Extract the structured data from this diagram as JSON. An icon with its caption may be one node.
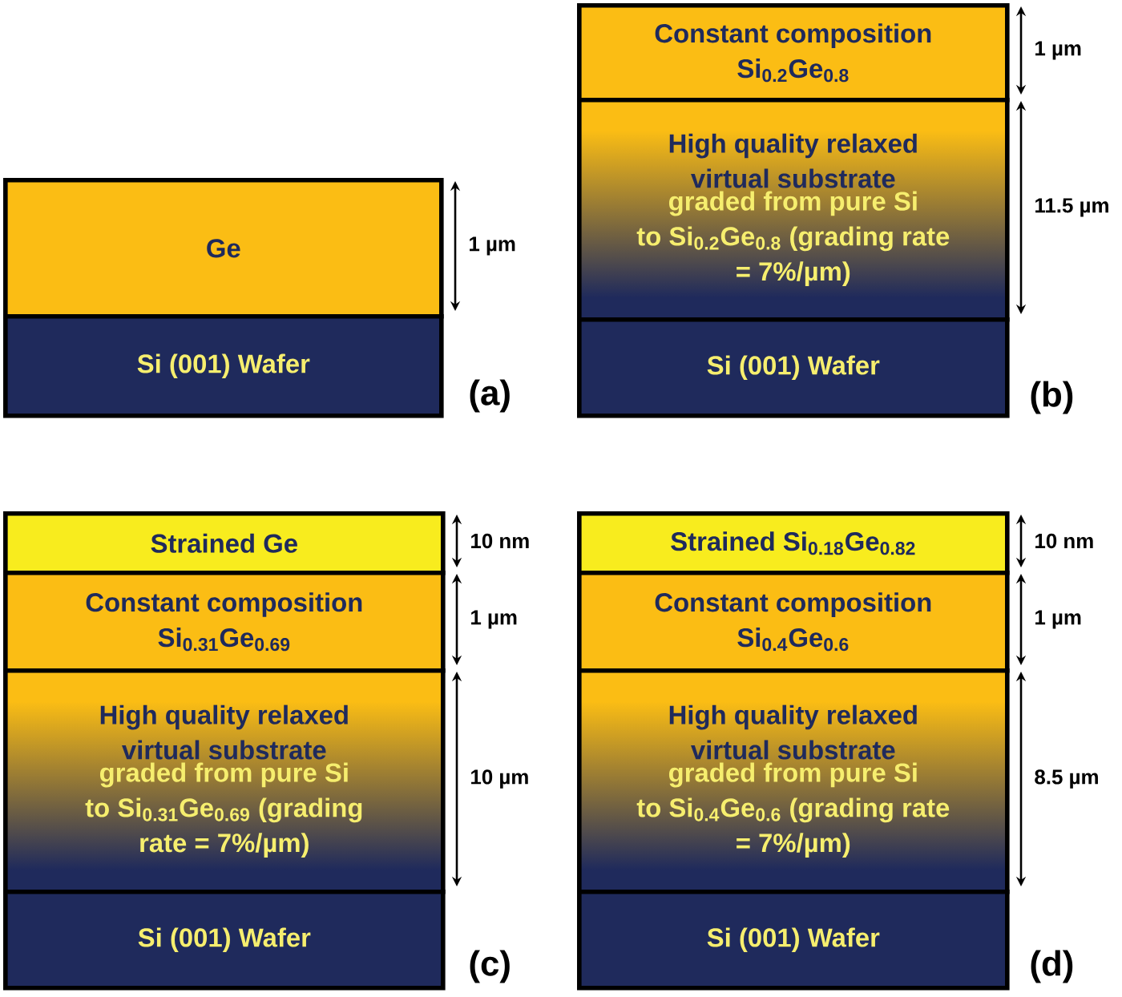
{
  "diagram": {
    "nodes": [
      {
        "text": [
          "Ge"
        ],
        "beside": [
          "1 µm"
        ]
      },
      {
        "text": [
          "Si (001) Wafer"
        ]
      },
      {
        "text": [
          "Constant composition Si$_{0.2}$Ge$_{0.8}$"
        ],
        "beside": [
          "1 µm"
        ]
      },
      {
        "text": [
          "High quality relaxed virtual substrate",
          "graded from pure Si to Si$_{0.2}$Ge$_{0.8}$ (grading rate = 7%/µm)"
        ],
        "beside": [
          "11.5 µm"
        ]
      },
      {
        "text": [
          "Si (001) Wafer"
        ]
      },
      {
        "text": [
          "Strained Ge"
        ],
        "beside": [
          "10 nm"
        ]
      },
      {
        "text": [
          "Constant composition Si$_{0.31}$Ge$_{0.69}$"
        ],
        "beside": [
          "1 µm"
        ]
      },
      {
        "text": [
          "High quality relaxed virtual substrate",
          "graded from pure Si to Si$_{0.31}$Ge$_{0.69}$ (grading rate = 7%/µm)"
        ],
        "beside": [
          "10 µm"
        ]
      },
      {
        "text": [
          "Si (001) Wafer"
        ]
      },
      {
        "text": [
          "Strained Si$_{0.18}$Ge$_{0.82}$"
        ],
        "beside": [
          "10 nm"
        ]
      },
      {
        "text": [
          "Constant composition Si$_{0.4}$Ge$_{0.6}$"
        ],
        "beside": [
          "1 µm"
        ]
      },
      {
        "text": [
          "High quality relaxed virtual substrate",
          "graded from pure Si to Si$_{0.4}$Ge$_{0.6}$ (grading rate = 7%/µm)"
        ],
        "beside": [
          "8.5 µm"
        ]
      },
      {
        "text": [
          "Si (001) Wafer"
        ]
      }
    ],
    "labels": [
      "(a)",
      "(b)",
      "(c)",
      "(d)"
    ]
  }
}
